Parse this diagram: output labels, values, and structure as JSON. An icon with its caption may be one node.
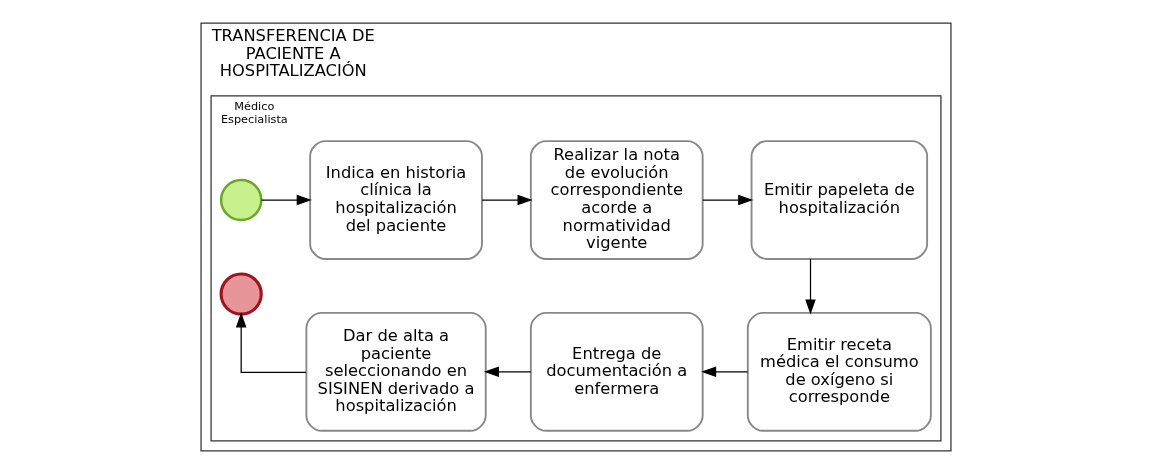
{
  "diagram": {
    "nodes": [
      {
        "text": [
          "TRANSFERENCIA DE PACIENTE A HOSPITALIZACIÓN"
        ]
      },
      {
        "text": [
          "Médico Especialista"
        ],
        "in": 0
      },
      {
        "text": [],
        "shape": "circle",
        "in": 1
      },
      {
        "text": [
          "Indica en historia clínica la hospitalización del paciente"
        ],
        "in": 1
      },
      {
        "text": [
          "Realizar la nota de evolución correspondiente acorde a normatividad vigente"
        ],
        "in": 1
      },
      {
        "text": [
          "Emitir papeleta de hospitalización"
        ],
        "in": 1
      },
      {
        "text": [
          "Emitir receta médica el consumo de oxígeno si corresponde"
        ],
        "in": 1
      },
      {
        "text": [
          "Entrega de documentación a enfermera"
        ],
        "in": 1
      },
      {
        "text": [
          "Dar de alta a paciente seleccionando en SISINEN derivado a hospitalización"
        ],
        "in": 1
      },
      {
        "text": [],
        "shape": "circle",
        "in": 1
      }
    ],
    "edges": [
      {
        "from": 2,
        "to": 3,
        "arrow": "to"
      },
      {
        "from": 3,
        "to": 4,
        "arrow": "to"
      },
      {
        "from": 4,
        "to": 5,
        "arrow": "to"
      },
      {
        "from": 5,
        "to": 6,
        "arrow": "to"
      },
      {
        "from": 6,
        "to": 7,
        "arrow": "to"
      },
      {
        "from": 7,
        "to": 8,
        "arrow": "to"
      },
      {
        "from": 8,
        "to": 9,
        "arrow": "to"
      }
    ]
  }
}
